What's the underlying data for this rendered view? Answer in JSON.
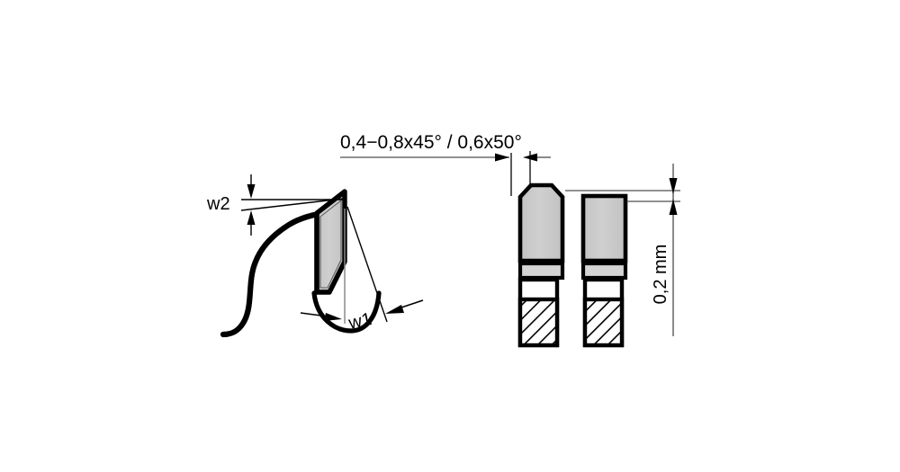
{
  "document": {
    "kind": "technical-drawing",
    "subject": "Circular saw blade tooth geometry",
    "background_color": "#ffffff"
  },
  "colors": {
    "line": "#000000",
    "thin_line": "#6d6d6d",
    "carbide_fill": "#c9c9c9",
    "carbide_fill_light": "#d6d6d6",
    "band_fill": "#c2c2c2",
    "background": "#ffffff"
  },
  "annotations": {
    "chamfer_label": "0,4−0,8x45° / 0,6x50°",
    "clearance_angle_label": "w2",
    "hook_angle_label": "w1",
    "projection_label": "0,2 mm"
  },
  "views": {
    "side_profile": {
      "name": "Tooth side profile",
      "carbide_tip": "gray quadrilateral with clipped lower-right corner",
      "gullet": "S-curved blade body with rounded gullet"
    },
    "front_left": {
      "name": "Front view chamfered tooth",
      "top_shape": "chamfered",
      "hatched": true
    },
    "front_right": {
      "name": "Front view square tooth",
      "top_shape": "square",
      "hatched": true
    }
  },
  "icons": {
    "arrow": "dimension-arrowhead"
  }
}
